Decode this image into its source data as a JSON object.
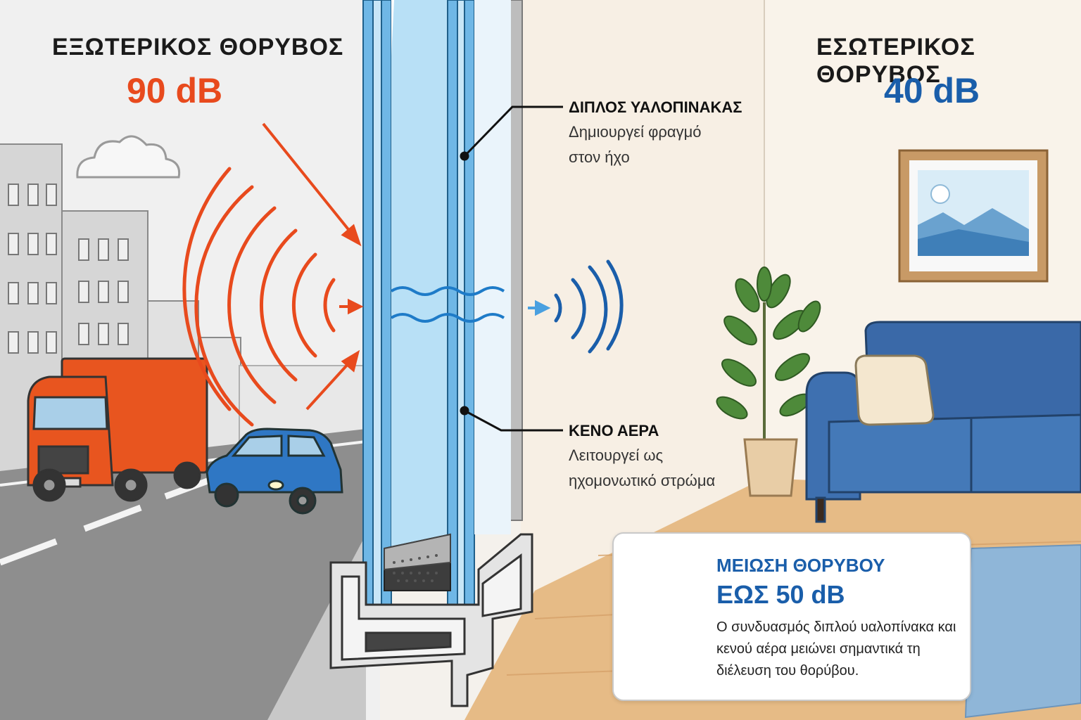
{
  "outdoor": {
    "title": "ΕΞΩΤΕΡΙΚΟΣ ΘΟΡΥΒΟΣ",
    "level": "90 dB",
    "color": "#e84a1d"
  },
  "indoor": {
    "title": "ΕΣΩΤΕΡΙΚΟΣ ΘΟΡΥΒΟΣ",
    "level": "40 dB",
    "color": "#1a5eaa"
  },
  "callouts": {
    "glass": {
      "title": "ΔΙΠΛΟΣ ΥΑΛΟΠΙΝΑΚΑΣ",
      "line1": "Δημιουργεί φραγμό",
      "line2": "στον ήχο"
    },
    "air": {
      "title": "ΚΕΝΟ ΑΕΡΑ",
      "line1": "Λειτουργεί ως",
      "line2": "ηχομονωτικό στρώμα"
    }
  },
  "reduction": {
    "icon": "speaker-icon",
    "title": "ΜΕΙΩΣΗ ΘΟΡΥΒΟΥ",
    "amount": "ΕΩΣ 50 dB",
    "description": "Ο συνδυασμός διπλού υαλοπίνακα και κενού αέρα μειώνει σημαντικά τη διέλευση του θορύβου."
  }
}
